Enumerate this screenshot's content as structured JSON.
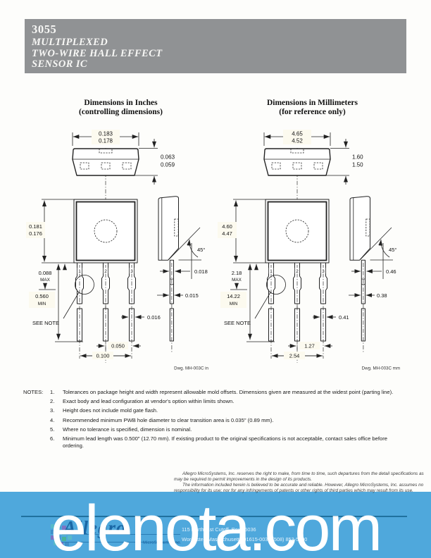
{
  "header": {
    "part_number": "3055",
    "title_line1": "MULTIPLEXED",
    "title_line2": "TWO-WIRE HALL EFFECT",
    "title_line3": "SENSOR IC"
  },
  "figures": {
    "inches": {
      "title": "Dimensions in Inches",
      "subtitle": "(controlling dimensions)",
      "pins": [
        "1",
        "2",
        "3"
      ],
      "dims": {
        "width_max": "0.183",
        "width_min": "0.178",
        "height_max": "0.063",
        "height_min": "0.059",
        "body_max": "0.181",
        "body_min": "0.176",
        "neck": "0.088",
        "neck_qual": "MAX",
        "lead_len": "0.560",
        "lead_len_qual": "MIN",
        "chamfer": "45°",
        "transition": "0.018",
        "lead_thick": "0.015",
        "lead_width": "0.016",
        "pitch": "0.050",
        "span": "0.100",
        "see_note": "SEE NOTE",
        "dwg": "Dwg. MH-003C in"
      }
    },
    "millimeters": {
      "title": "Dimensions in Millimeters",
      "subtitle": "(for reference only)",
      "pins": [
        "1",
        "2",
        "3"
      ],
      "dims": {
        "width_max": "4.65",
        "width_min": "4.52",
        "height_max": "1.60",
        "height_min": "1.50",
        "body_max": "4.60",
        "body_min": "4.47",
        "neck": "2.18",
        "neck_qual": "MAX",
        "lead_len": "14.22",
        "lead_len_qual": "MIN",
        "chamfer": "45°",
        "transition": "0.46",
        "lead_thick": "0.38",
        "lead_width": "0.41",
        "pitch": "1.27",
        "span": "2.54",
        "see_note": "SEE NOTE",
        "dwg": "Dwg. MH-003C mm"
      }
    }
  },
  "notes": {
    "label": "NOTES:",
    "items": [
      {
        "num": "1.",
        "text": "Tolerances on package height and width represent allowable mold offsets. Dimensions given are measured at the widest point (parting line)."
      },
      {
        "num": "2.",
        "text": "Exact body and lead configuration at vendor's option within limits shown."
      },
      {
        "num": "3.",
        "text": "Height does not include mold gate flash."
      },
      {
        "num": "4.",
        "text": "Recommended minimum PWB hole diameter to clear transition area is 0.035\" (0.89 mm)."
      },
      {
        "num": "5.",
        "text": "Where no tolerance is specified, dimension is nominal."
      },
      {
        "num": "6.",
        "text": "Minimum lead length was 0.500\" (12.70 mm). If existing product to the original specifications is not acceptable, contact sales office before ordering."
      }
    ]
  },
  "disclaimer": {
    "para1": "Allegro MicroSystems, Inc. reserves the right to make, from time to time, such departures from the detail specifications as may be required to permit improvements in the design of its products.",
    "para2": "The information included herein is believed to be accurate and reliable.  However, Allegro MicroSystems, Inc. assumes no responsibility for its use; nor for any infringements of patents or other rights of third parties which may result from its use."
  },
  "footer": {
    "watermark": "elenota.com",
    "logo_text": "Allegro",
    "logo_reg": "®",
    "logo_sub": "MicroSystems, Inc.",
    "address_line1": "115 Northeast Cutoff, Box 15036",
    "address_line2": "Worcester, Massachusetts 01615-0036  (508) 853-5000"
  },
  "colors": {
    "header_bar": "#909294",
    "band_blue": "#4FA8DC",
    "band_rule": "#20719F",
    "logo_blue": "#1A67A5",
    "watermark": "#FFFFFF"
  }
}
